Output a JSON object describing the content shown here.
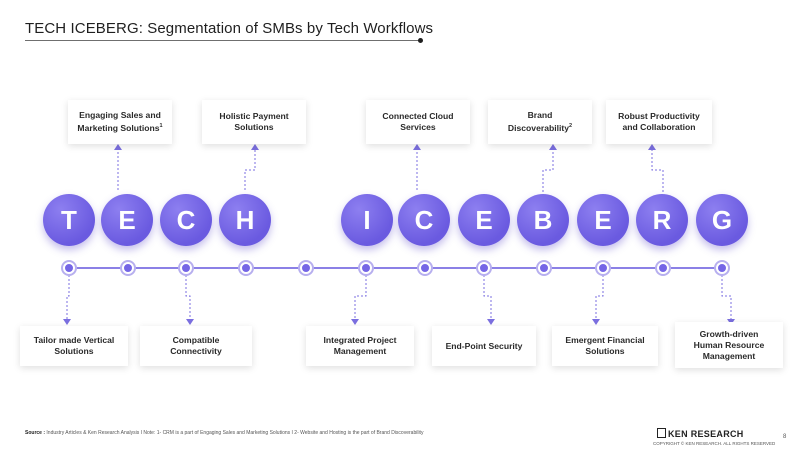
{
  "title": "TECH ICEBERG: Segmentation of SMBs by Tech Workflows",
  "letters": [
    "T",
    "E",
    "C",
    "H",
    "I",
    "C",
    "E",
    "B",
    "E",
    "R",
    "G"
  ],
  "top_cards": [
    {
      "line1": "Engaging Sales and",
      "line2": "Marketing Solutions",
      "sup": "1"
    },
    {
      "line1": "Holistic Payment",
      "line2": "Solutions",
      "sup": ""
    },
    {
      "line1": "Connected Cloud",
      "line2": "Services",
      "sup": ""
    },
    {
      "line1": "Brand",
      "line2": "Discoverability",
      "sup": "2"
    },
    {
      "line1": "Robust Productivity",
      "line2": "and Collaboration",
      "sup": ""
    }
  ],
  "bottom_cards": [
    "Tailor made  Vertical\nSolutions",
    "Compatible\nConnectivity",
    "Integrated Project\nManagement",
    "End-Point Security",
    "Emergent Financial\nSolutions",
    "Growth-driven\nHuman Resource\nManagement"
  ],
  "footer": {
    "source_label": "Source :",
    "source_text": "Industry Articles & Ken Research Analysis I Note: 1- CRM is a part of Engaging Sales and Marketing Solutions I 2- Website and Hosting is the part of Brand Discoverability",
    "brand": "KEN RESEARCH",
    "copyright": "COPYRIGHT © KEN RESEARCH. ALL RIGHTS RESERVED",
    "page": "8"
  },
  "colors": {
    "accent": "#6a5ae0",
    "line": "#8b80e6",
    "dotted": "#7b6fe0"
  }
}
